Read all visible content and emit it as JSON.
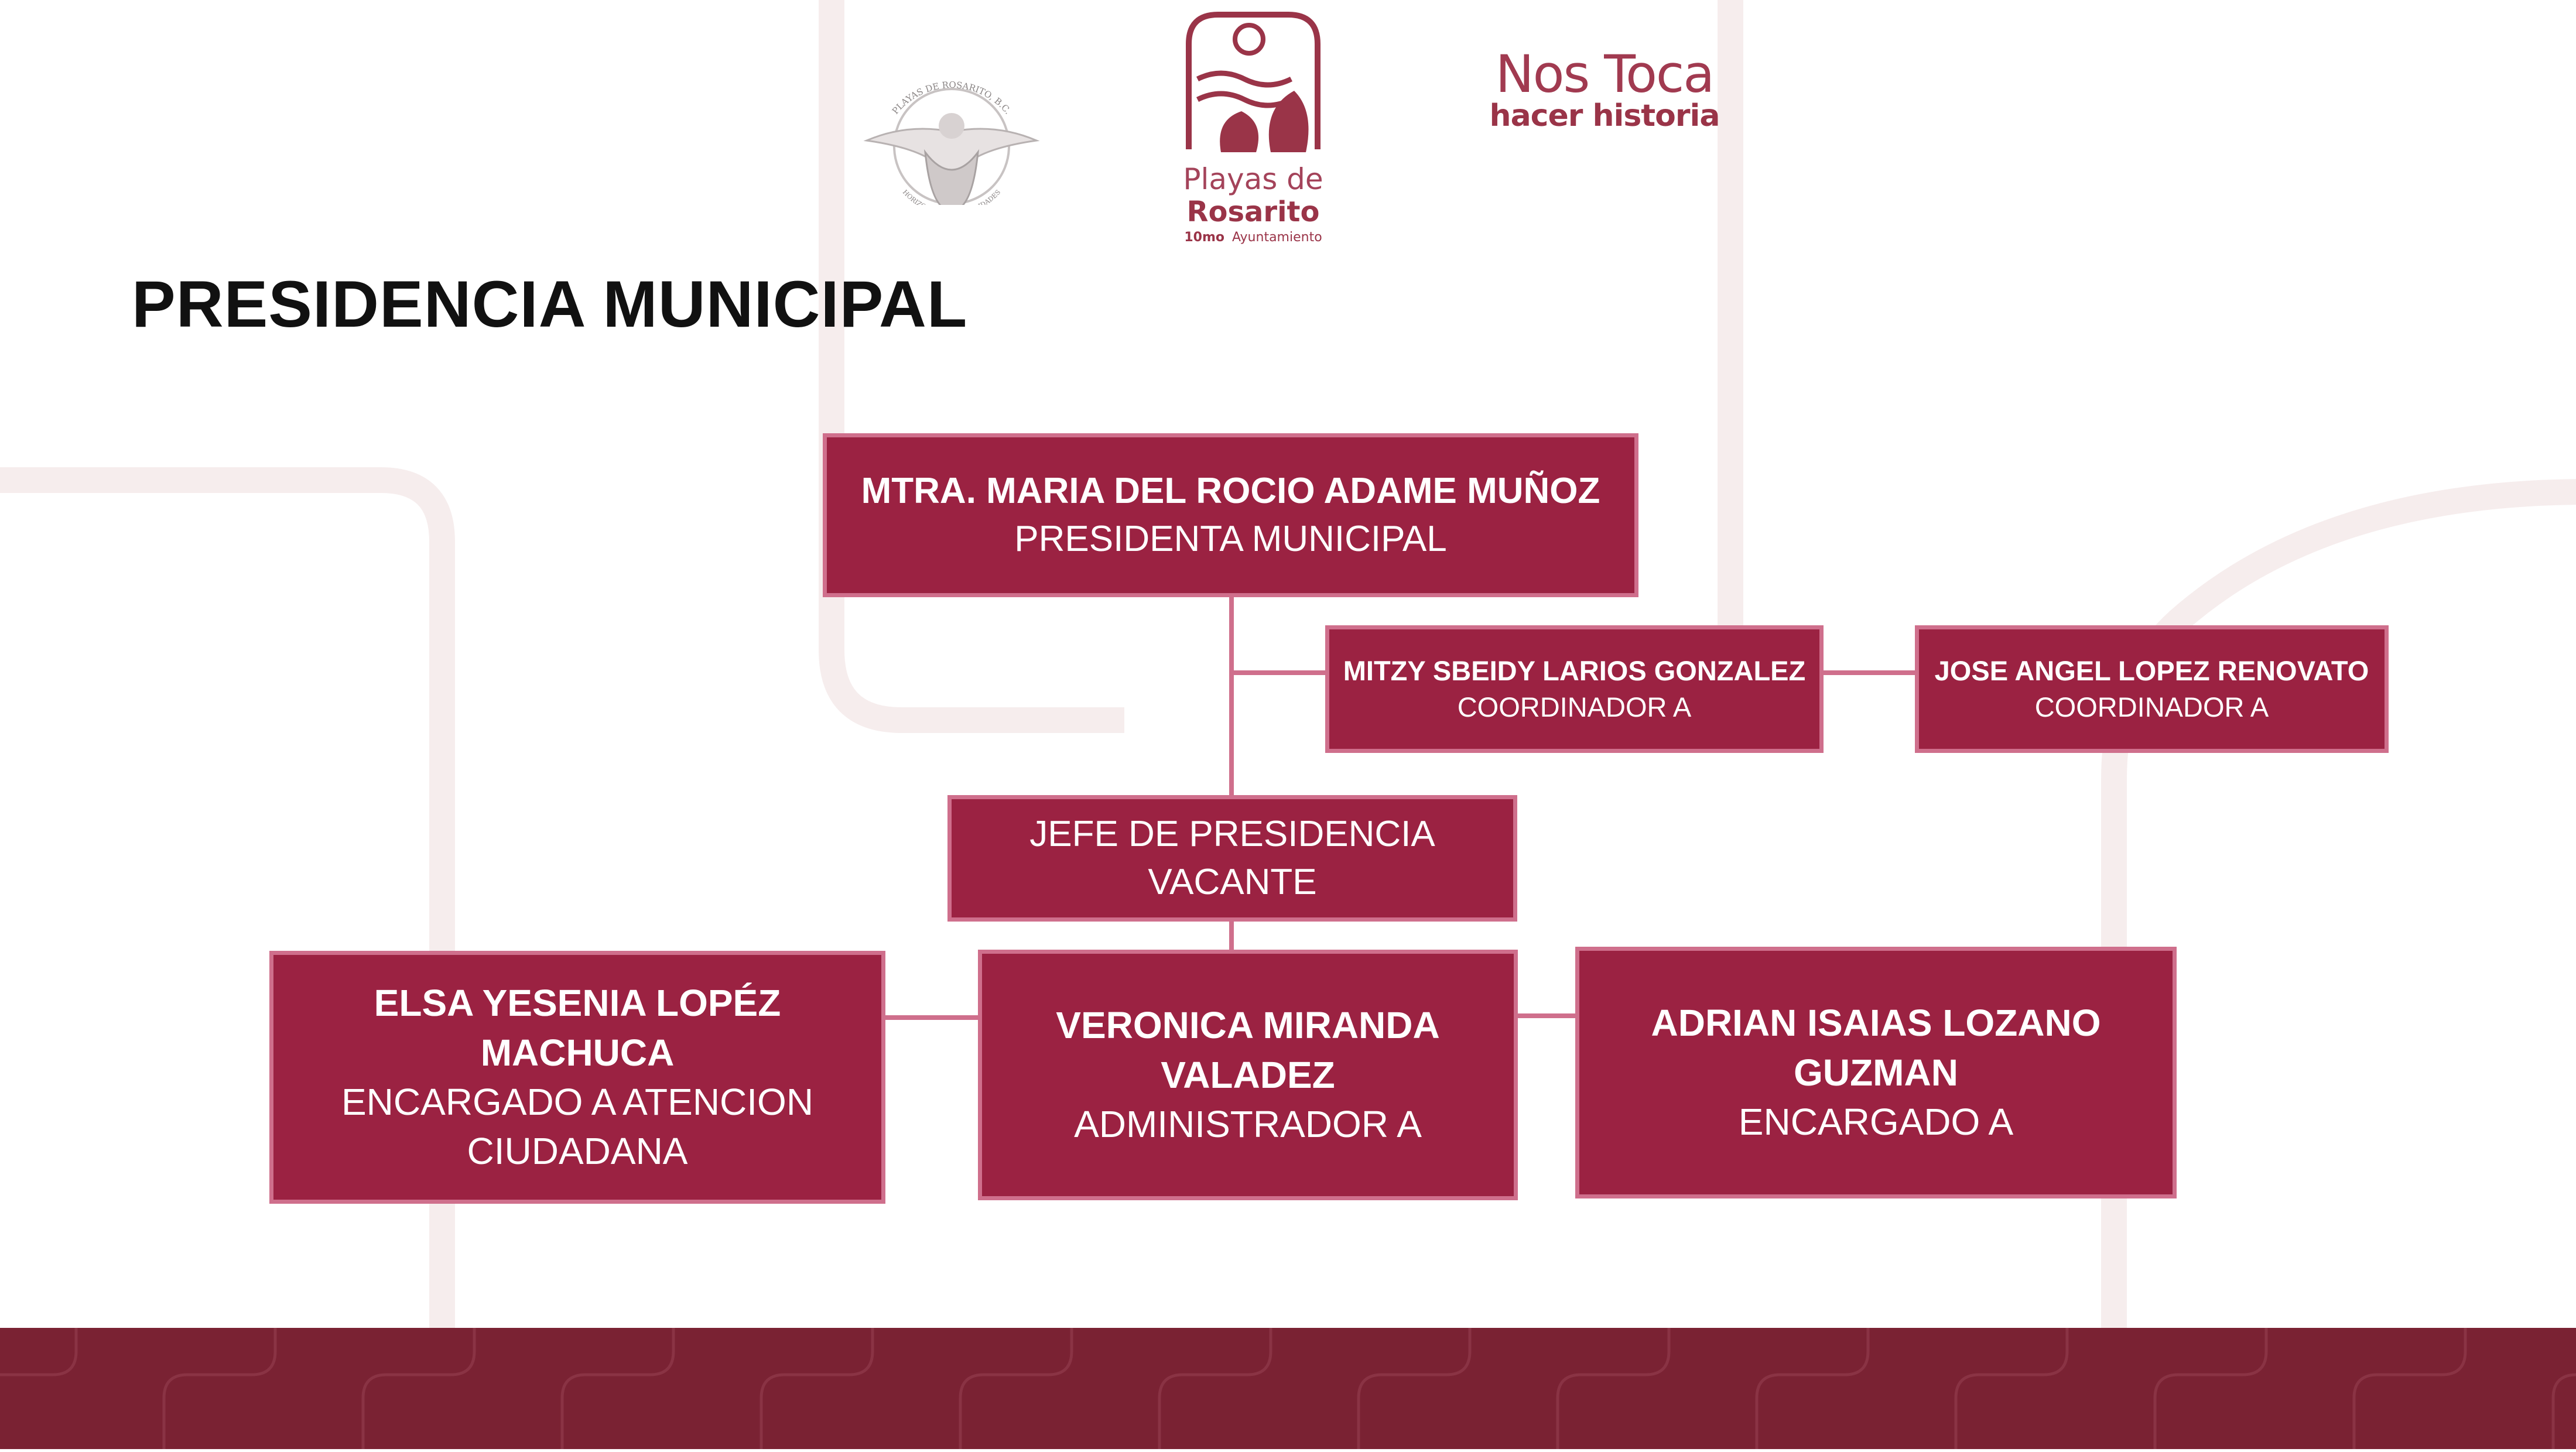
{
  "header": {
    "title": "PRESIDENCIA MUNICIPAL",
    "logos": [
      {
        "name": "municipal-seal",
        "text_top": "PLAYAS DE ROSARITO, B.C.",
        "text_bottom": "HORIZONTE DE POSIBILIDADES"
      },
      {
        "name": "playas-de-rosarito-logo",
        "line1": "Playas de",
        "line2": "Rosarito",
        "line3_strong": "10mo",
        "line3": "Ayuntamiento"
      },
      {
        "name": "nos-toca-logo",
        "line1": "Nos Toca",
        "line2": "hacer historia"
      }
    ]
  },
  "org_chart": {
    "root": {
      "name": "MTRA. MARIA DEL ROCIO ADAME MUÑOZ",
      "role": "PRESIDENTA MUNICIPAL"
    },
    "coordinators": [
      {
        "name": "MITZY SBEIDY LARIOS GONZALEZ",
        "role": "COORDINADOR  A"
      },
      {
        "name": "JOSE ANGEL LOPEZ RENOVATO",
        "role": "COORDINADOR  A"
      }
    ],
    "chief": {
      "title": "JEFE DE PRESIDENCIA",
      "status": "VACANTE"
    },
    "staff": [
      {
        "name": "ELSA YESENIA LOPÉZ MACHUCA",
        "role": "ENCARGADO A ATENCION CIUDADANA"
      },
      {
        "name": "VERONICA MIRANDA VALADEZ",
        "role": "ADMINISTRADOR A"
      },
      {
        "name": "ADRIAN ISAIAS LOZANO GUZMAN",
        "role": "ENCARGADO A"
      }
    ]
  },
  "colors": {
    "box_fill": "#9b2242",
    "box_border": "#cf6f8c",
    "brand_maroon": "#7a2233",
    "logo_maroon": "#9a3448",
    "title_text": "#111111"
  }
}
